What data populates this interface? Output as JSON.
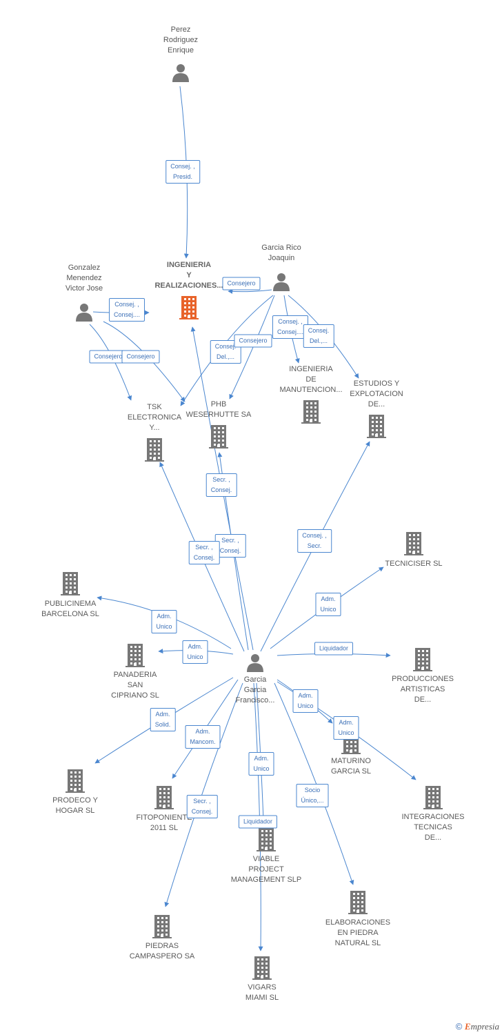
{
  "people": [
    {
      "id": "perez",
      "name": "Perez\nRodriguez\nEnrique"
    },
    {
      "id": "gonzalez",
      "name": "Gonzalez\nMenendez\nVictor Jose"
    },
    {
      "id": "garcia_rico",
      "name": "Garcia Rico\nJoaquin"
    },
    {
      "id": "garcia_francisco",
      "name": "Garcia\nGarcia\nFrancisco..."
    }
  ],
  "companies": [
    {
      "id": "ingenieria_real",
      "name": "INGENIERIA\nY\nREALIZACIONES...",
      "focus": true
    },
    {
      "id": "tsk",
      "name": "TSK\nELECTRONICA\nY..."
    },
    {
      "id": "phb",
      "name": "PHB\nWESERHUTTE SA"
    },
    {
      "id": "ing_manut",
      "name": "INGENIERIA\nDE\nMANUTENCION..."
    },
    {
      "id": "estudios",
      "name": "ESTUDIOS Y\nEXPLOTACION\nDE..."
    },
    {
      "id": "tecniciser",
      "name": "TECNICISER SL"
    },
    {
      "id": "publicinema",
      "name": "PUBLICINEMA\nBARCELONA SL"
    },
    {
      "id": "panaderia",
      "name": "PANADERIA\nSAN\nCIPRIANO SL"
    },
    {
      "id": "producciones",
      "name": "PRODUCCIONES\nARTISTICAS\nDE..."
    },
    {
      "id": "maturino",
      "name": "MATURINO\nGARCIA SL"
    },
    {
      "id": "prodeco",
      "name": "PRODECO Y\nHOGAR SL"
    },
    {
      "id": "fitoponiente",
      "name": "FITOPONIENTE\n2011 SL"
    },
    {
      "id": "integraciones",
      "name": "INTEGRACIONES\nTECNICAS\nDE..."
    },
    {
      "id": "viable",
      "name": "VIABLE\nPROJECT\nMANAGEMENT SLP"
    },
    {
      "id": "elaboraciones",
      "name": "ELABORACIONES\nEN PIEDRA\nNATURAL SL"
    },
    {
      "id": "piedras",
      "name": "PIEDRAS\nCAMPASPERO SA"
    },
    {
      "id": "vigars",
      "name": "VIGARS\nMIAMI SL"
    }
  ],
  "edges": [
    {
      "from": "perez",
      "to": "ingenieria_real",
      "label": "Consej. ,\nPresid."
    },
    {
      "from": "garcia_rico",
      "to": "ingenieria_real",
      "label": "Consejero"
    },
    {
      "from": "gonzalez",
      "to": "ingenieria_real",
      "label": "Consej. ,\nConsej...."
    },
    {
      "from": "gonzalez",
      "to": "tsk",
      "label": "Consejero"
    },
    {
      "from": "gonzalez",
      "to": "tsk",
      "label": "Consejero"
    },
    {
      "from": "garcia_rico",
      "to": "tsk",
      "label": "Consej.\nDel.,..."
    },
    {
      "from": "garcia_rico",
      "to": "phb",
      "label": "Consejero"
    },
    {
      "from": "garcia_rico",
      "to": "ing_manut",
      "label": "Consej. ,\nConsej...."
    },
    {
      "from": "garcia_rico",
      "to": "estudios",
      "label": "Consej.\nDel.,..."
    },
    {
      "from": "garcia_francisco",
      "to": "ingenieria_real",
      "label": "Secr. ,\nConsej."
    },
    {
      "from": "garcia_francisco",
      "to": "phb",
      "label": "Secr. ,\nConsej."
    },
    {
      "from": "garcia_francisco",
      "to": "tsk",
      "label": "Secr. ,\nConsej."
    },
    {
      "from": "garcia_francisco",
      "to": "estudios",
      "label": "Consej. ,\nSecr."
    },
    {
      "from": "garcia_francisco",
      "to": "tecniciser",
      "label": "Adm.\nUnico"
    },
    {
      "from": "garcia_francisco",
      "to": "publicinema",
      "label": "Adm.\nUnico"
    },
    {
      "from": "garcia_francisco",
      "to": "panaderia",
      "label": "Adm.\nUnico"
    },
    {
      "from": "garcia_francisco",
      "to": "producciones",
      "label": "Liquidador"
    },
    {
      "from": "garcia_francisco",
      "to": "maturino",
      "label": "Adm.\nUnico"
    },
    {
      "from": "garcia_francisco",
      "to": "integraciones",
      "label": "Adm.\nUnico"
    },
    {
      "from": "garcia_francisco",
      "to": "prodeco",
      "label": "Adm.\nSolid."
    },
    {
      "from": "garcia_francisco",
      "to": "fitoponiente",
      "label": "Adm.\nMancom."
    },
    {
      "from": "garcia_francisco",
      "to": "viable",
      "label": "Adm.\nUnico"
    },
    {
      "from": "garcia_francisco",
      "to": "vigars",
      "label": "Liquidador"
    },
    {
      "from": "garcia_francisco",
      "to": "elaboraciones",
      "label": "Socio\nÚnico,..."
    },
    {
      "from": "garcia_francisco",
      "to": "piedras",
      "label": "Secr. ,\nConsej."
    }
  ],
  "colors": {
    "edge": "#4a86cf",
    "icon": "#777777",
    "focus_icon": "#e8632a",
    "label": "#555555"
  },
  "footer": {
    "copyright": "©",
    "brand_initial": "E",
    "brand_rest": "mpresia"
  }
}
